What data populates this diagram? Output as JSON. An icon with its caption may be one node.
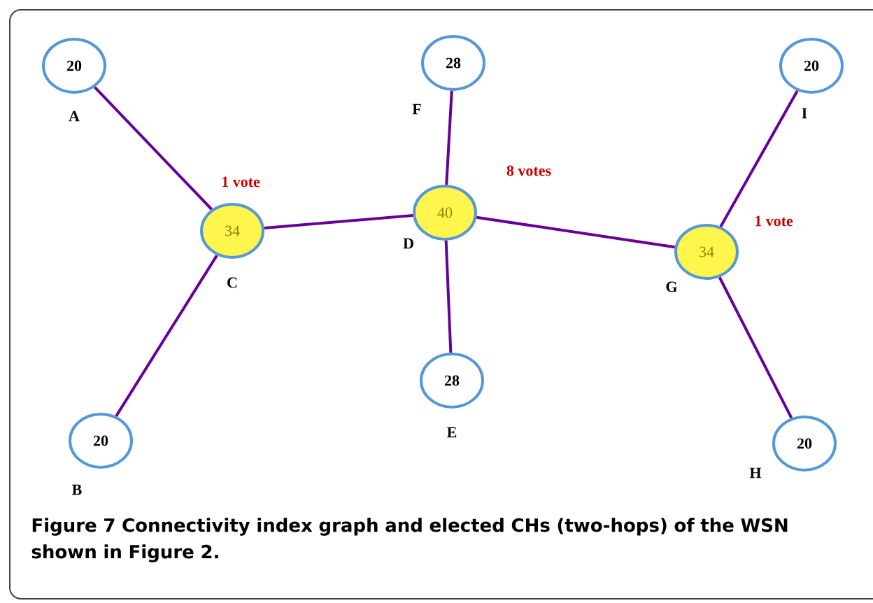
{
  "diagram": {
    "caption": "**Figure 7** Connectivity index graph and elected CHs (two-hops) of the WSN shown in Figure 2.",
    "nodes": [
      {
        "text": [
          "20"
        ],
        "beside": [
          "A"
        ]
      },
      {
        "text": [
          "28"
        ],
        "beside": [
          "F"
        ]
      },
      {
        "text": [
          "20"
        ],
        "beside": [
          "I"
        ]
      },
      {
        "text": [
          "34"
        ],
        "beside": [
          "C",
          "1 vote"
        ]
      },
      {
        "text": [
          "40"
        ],
        "beside": [
          "D",
          "8 votes"
        ]
      },
      {
        "text": [
          "34"
        ],
        "beside": [
          "G",
          "1 vote"
        ]
      },
      {
        "text": [
          "28"
        ],
        "beside": [
          "E"
        ]
      },
      {
        "text": [
          "20"
        ],
        "beside": [
          "B"
        ]
      },
      {
        "text": [
          "20"
        ],
        "beside": [
          "H"
        ]
      }
    ],
    "edges": [
      {
        "from": 0,
        "to": 3,
        "arrow": "none"
      },
      {
        "from": 7,
        "to": 3,
        "arrow": "none"
      },
      {
        "from": 3,
        "to": 4,
        "arrow": "none"
      },
      {
        "from": 1,
        "to": 4,
        "arrow": "none"
      },
      {
        "from": 4,
        "to": 6,
        "arrow": "none"
      },
      {
        "from": 4,
        "to": 5,
        "arrow": "none"
      },
      {
        "from": 2,
        "to": 5,
        "arrow": "none"
      },
      {
        "from": 5,
        "to": 8,
        "arrow": "none"
      }
    ]
  }
}
